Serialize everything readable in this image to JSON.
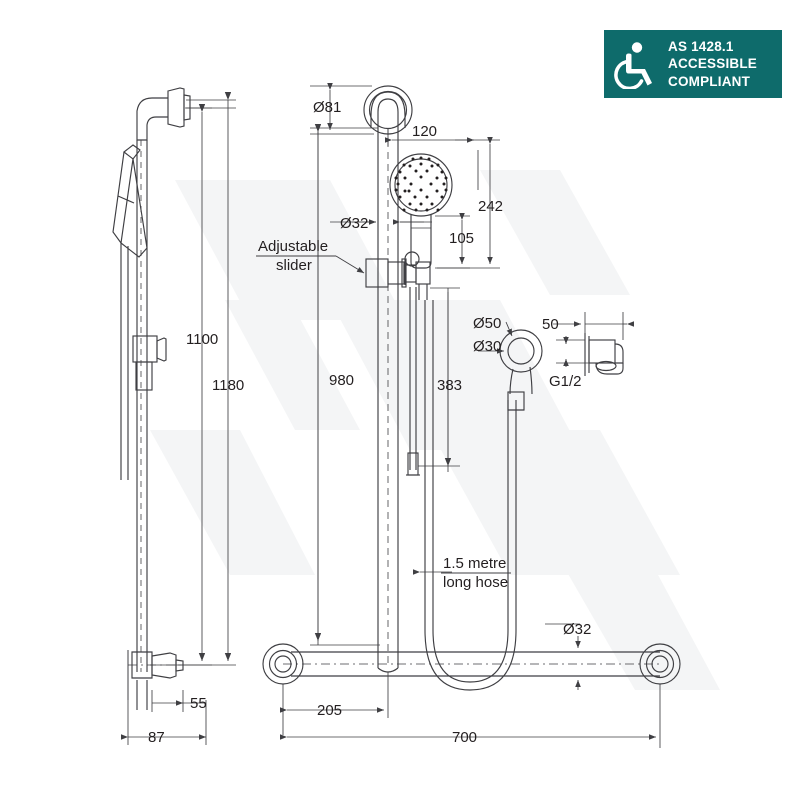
{
  "badge": {
    "line1": "AS 1428.1",
    "line2": "ACCESSIBLE",
    "line3": "COMPLIANT",
    "icon": "wheelchair-accessible-icon",
    "bg_color": "#0e6b6b",
    "text_color": "#ffffff"
  },
  "drawing": {
    "title": "accessible-shower-rail-technical-drawing",
    "line_color": "#3f3f43",
    "watermark_color": "#f4f5f6"
  },
  "dimensions": {
    "rail_height_1100": "1100",
    "rail_height_1180": "1180",
    "bracket_offset_55": "55",
    "wall_projection_87": "87",
    "top_flange_dia_81": "Ø81",
    "head_offset_120": "120",
    "rail_dia_32": "Ø32",
    "head_height_242": "242",
    "head_height_105": "105",
    "rail_length_980": "980",
    "hose_drop_383": "383",
    "outlet_flange_dia_50": "Ø50",
    "outlet_body_dia_30": "Ø30",
    "outlet_projection_50": "50",
    "outlet_thread": "G1/2",
    "grab_rail_dia_32": "Ø32",
    "base_offset_205": "205",
    "base_width_700": "700"
  },
  "callouts": {
    "slider_line1": "Adjustable",
    "slider_line2": "slider",
    "hose_line1": "1.5 metre",
    "hose_line2": "long hose"
  }
}
